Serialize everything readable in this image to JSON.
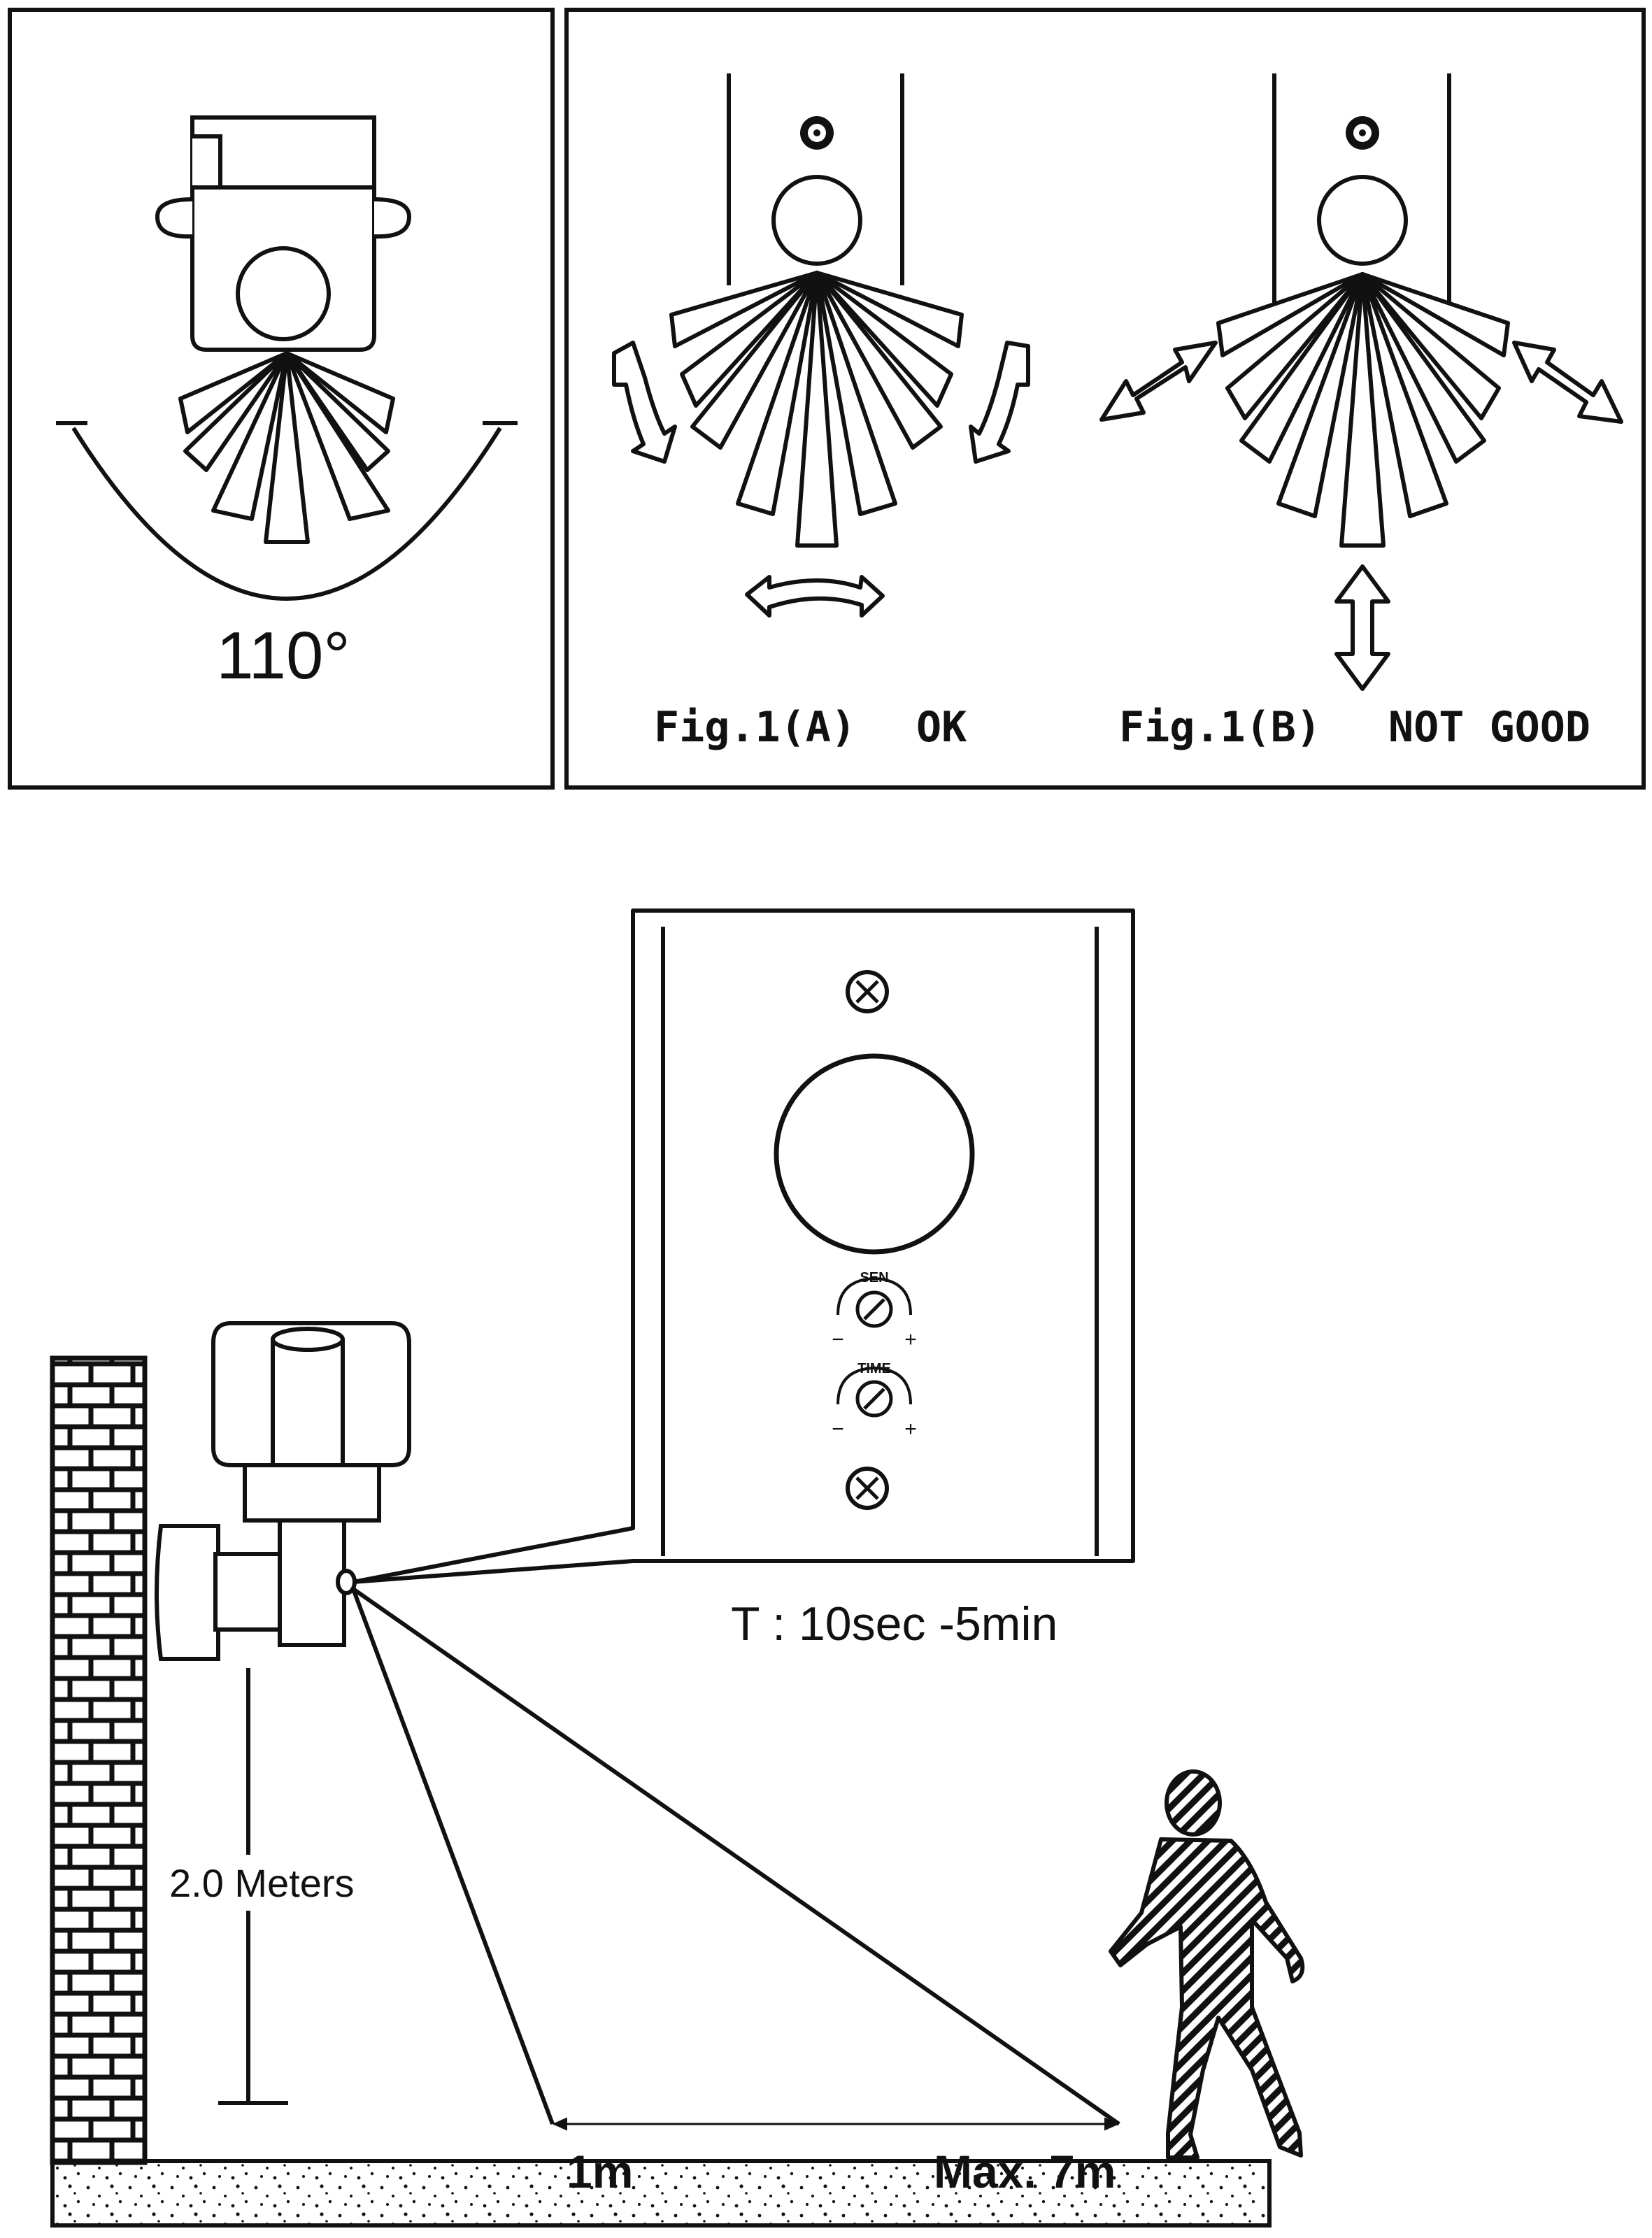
{
  "top_left_panel": {
    "angle_label": "110°"
  },
  "fig_a": {
    "caption": "Fig.1(A)",
    "verdict": "OK"
  },
  "fig_b": {
    "caption": "Fig.1(B)",
    "verdict": "NOT GOOD"
  },
  "detail_panel": {
    "sen_label": "SEN",
    "time_label": "TIME",
    "minus": "−",
    "plus": "+",
    "time_range": "T : 10sec -5min"
  },
  "installation": {
    "mount_height": "2.0 Meters",
    "range_min": "1m",
    "range_max": "Max. 7m"
  }
}
